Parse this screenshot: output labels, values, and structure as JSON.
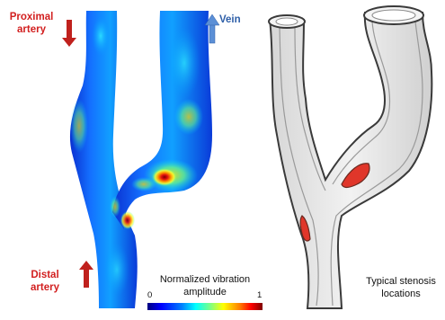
{
  "labels": {
    "proximal_artery": [
      "Proximal",
      "artery"
    ],
    "vein": "Vein",
    "distal_artery": [
      "Distal",
      "artery"
    ],
    "colorbar_title": [
      "Normalized vibration",
      "amplitude"
    ],
    "colorbar_min": "0",
    "colorbar_max": "1",
    "stenosis_caption": [
      "Typical stenosis",
      "locations"
    ]
  },
  "colors": {
    "label_red": "#d21f1f",
    "label_blue": "#2e5fa8",
    "arrow_red": "#c0211d",
    "arrow_blue": "#5b8fd6",
    "stenosis_fill": "#e0362a",
    "vessel_fill": "#e8e8e8",
    "vessel_outline": "#3a3a3a"
  },
  "colormap": [
    "#00007f",
    "#0000ff",
    "#0080ff",
    "#00ffff",
    "#80ff80",
    "#ffff00",
    "#ff8000",
    "#ff0000",
    "#7f0000"
  ],
  "icons": [
    "arrow-down-icon",
    "arrow-up-icon"
  ]
}
